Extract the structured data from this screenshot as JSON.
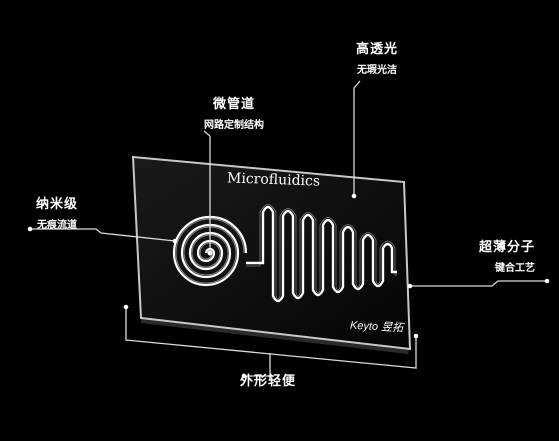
{
  "chip": {
    "text": "Microfluidics",
    "brand": "Keyto 昱拓"
  },
  "callouts": {
    "high_transmission": {
      "title": "高透光",
      "subtitle": "无瑕光洁"
    },
    "micro_channel": {
      "title": "微管道",
      "subtitle": "网路定制结构"
    },
    "nano_level": {
      "title": "纳米级",
      "subtitle": "无痕流道"
    },
    "ultra_thin": {
      "title": "超薄分子",
      "subtitle": "键合工艺"
    },
    "form": {
      "title": "外形轻便"
    }
  },
  "colors": {
    "background": "#000000",
    "line": "#ffffff",
    "glass_edge": "#c8c8c8"
  }
}
